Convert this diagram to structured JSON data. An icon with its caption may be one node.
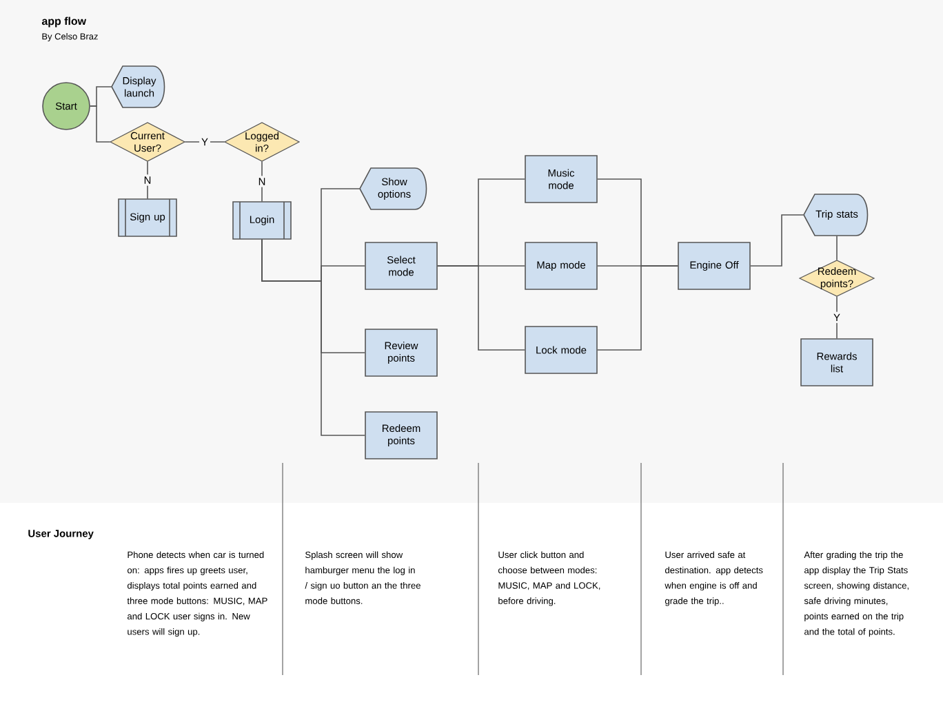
{
  "diagram": {
    "title": "app flow",
    "nodes": [
      {
        "text": [
          "Start"
        ]
      },
      {
        "text": [
          "Display launch"
        ]
      },
      {
        "text": [
          "Current User?"
        ]
      },
      {
        "text": [
          "Logged in?"
        ]
      },
      {
        "text": [
          "Sign up"
        ]
      },
      {
        "text": [
          "Login"
        ]
      },
      {
        "text": [
          "Show options"
        ]
      },
      {
        "text": [
          "Select mode"
        ]
      },
      {
        "text": [
          "Review points"
        ]
      },
      {
        "text": [
          "Redeem points"
        ]
      },
      {
        "text": [
          "Music mode"
        ]
      },
      {
        "text": [
          "Map mode"
        ]
      },
      {
        "text": [
          "Lock mode"
        ]
      },
      {
        "text": [
          "Engine Off"
        ]
      },
      {
        "text": [
          "Trip stats"
        ]
      },
      {
        "text": [
          "Redeem points?"
        ]
      },
      {
        "text": [
          "Rewards list"
        ]
      }
    ],
    "edges": [
      {
        "from": 0,
        "to": 1,
        "arrow": "none"
      },
      {
        "from": 0,
        "to": 2,
        "arrow": "none"
      },
      {
        "from": 2,
        "to": 3,
        "arrow": "none",
        "label": "Y"
      },
      {
        "from": 2,
        "to": 4,
        "arrow": "none",
        "label": "N"
      },
      {
        "from": 3,
        "to": 5,
        "arrow": "none",
        "label": "N"
      },
      {
        "from": 5,
        "to": 6,
        "arrow": "none"
      },
      {
        "from": 5,
        "to": 7,
        "arrow": "none"
      },
      {
        "from": 5,
        "to": 8,
        "arrow": "none"
      },
      {
        "from": 5,
        "to": 9,
        "arrow": "none"
      },
      {
        "from": 7,
        "to": 10,
        "arrow": "none"
      },
      {
        "from": 7,
        "to": 11,
        "arrow": "none"
      },
      {
        "from": 7,
        "to": 12,
        "arrow": "none"
      },
      {
        "from": 10,
        "to": 13,
        "arrow": "none"
      },
      {
        "from": 11,
        "to": 13,
        "arrow": "none"
      },
      {
        "from": 12,
        "to": 13,
        "arrow": "none"
      },
      {
        "from": 13,
        "to": 14,
        "arrow": "none"
      },
      {
        "from": 14,
        "to": 15,
        "arrow": "none"
      },
      {
        "from": 15,
        "to": 16,
        "arrow": "none",
        "label": "Y"
      }
    ],
    "labels": [
      "By Celso Braz",
      "User Journey",
      "Phone detects when car is turned on: apps fires up greets user, displays total points earned and three mode buttons: MUSIC, MAP and LOCK user signs in. New users will sign up.",
      "Splash screen will show hamburger menu the log in / sign uo button an the three mode buttons.",
      "User click button and choose between modes: MUSIC, MAP and LOCK, before driving.",
      "User arrived safe at destination. app detects when engine is off and grade the trip..",
      "After grading the trip the app display the Trip Stats screen, showing distance, safe driving minutes, points earned on the trip and the total of points."
    ]
  }
}
